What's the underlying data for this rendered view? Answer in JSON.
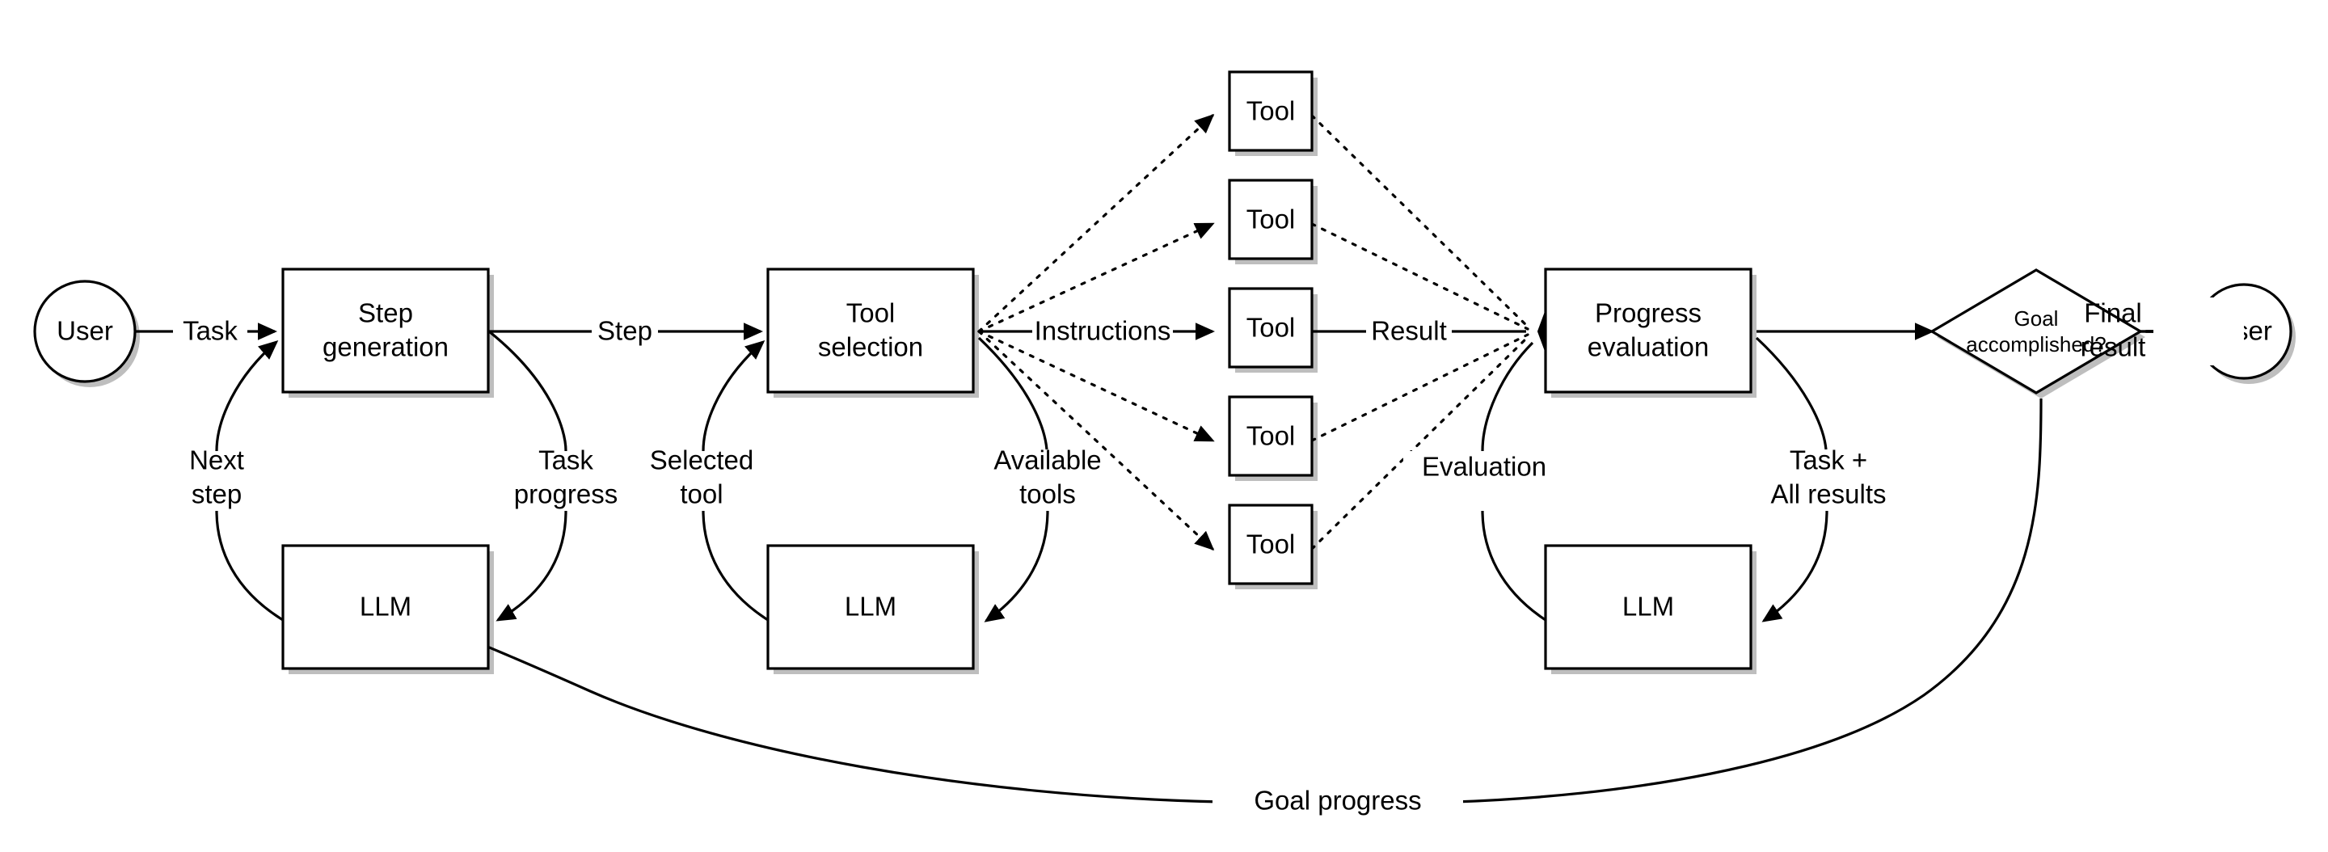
{
  "diagram": {
    "title": "LLM agent tool-use loop",
    "background_color": "#ffffff",
    "stroke_color": "#000000",
    "shape_fill_color": "#ffffff",
    "shadow_color": "#b3b3b3"
  },
  "nodes": {
    "user_start": {
      "label": "User",
      "shape": "ellipse"
    },
    "user_end": {
      "label": "User",
      "shape": "ellipse"
    },
    "step_generation": {
      "label_line1": "Step",
      "label_line2": "generation",
      "shape": "rectangle"
    },
    "tool_selection": {
      "label_line1": "Tool",
      "label_line2": "selection",
      "shape": "rectangle"
    },
    "progress_evaluation": {
      "label_line1": "Progress",
      "label_line2": "evaluation",
      "shape": "rectangle"
    },
    "llm_step": {
      "label": "LLM",
      "shape": "rectangle"
    },
    "llm_tool": {
      "label": "LLM",
      "shape": "rectangle"
    },
    "llm_progress": {
      "label": "LLM",
      "shape": "rectangle"
    },
    "decision": {
      "label_line1": "Goal",
      "label_line2": "accomplished?",
      "shape": "diamond"
    },
    "merge": {
      "label": "",
      "shape": "filled-diamond"
    },
    "tools": [
      {
        "label": "Tool"
      },
      {
        "label": "Tool"
      },
      {
        "label": "Tool"
      },
      {
        "label": "Tool"
      },
      {
        "label": "Tool"
      }
    ]
  },
  "edge_labels": {
    "task": "Task",
    "step": "Step",
    "instructions": "Instructions",
    "result": "Result",
    "final_result_line1": "Final",
    "final_result_line2": "result",
    "next_step_line1": "Next",
    "next_step_line2": "step",
    "task_progress_line1": "Task",
    "task_progress_line2": "progress",
    "selected_tool_line1": "Selected",
    "selected_tool_line2": "tool",
    "available_tools_line1": "Available",
    "available_tools_line2": "tools",
    "evaluation": "Evaluation",
    "task_all_results_line1": "Task +",
    "task_all_results_line2": "All results",
    "goal_progress": "Goal progress"
  }
}
